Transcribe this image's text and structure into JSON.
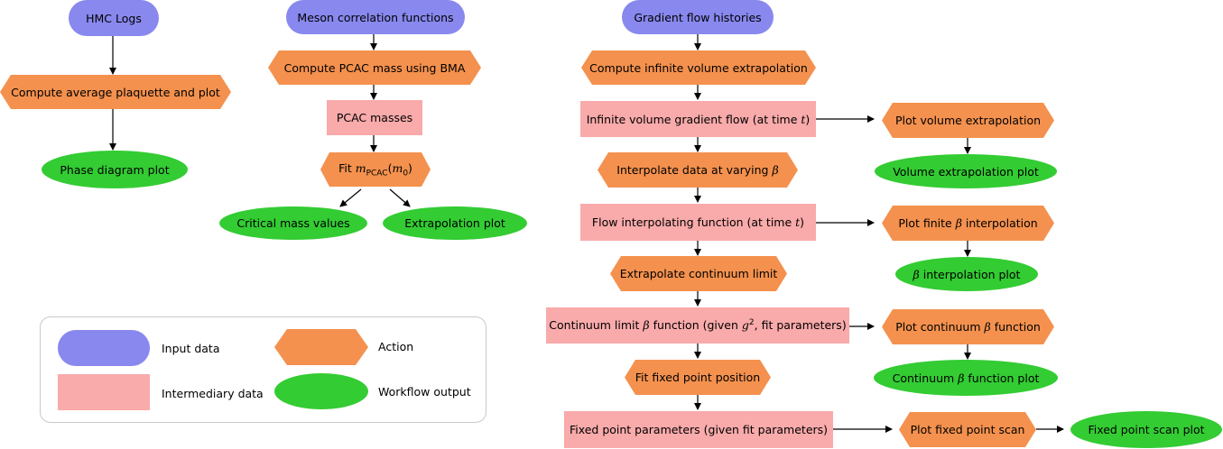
{
  "nodes": {
    "hmc_logs": "HMC Logs",
    "avg_plaquette": "Compute average plaquette and plot",
    "phase_diagram": "Phase diagram plot",
    "meson_corr": "Meson correlation functions",
    "compute_pcac": "Compute PCAC mass using BMA",
    "pcac_masses": "PCAC masses",
    "fit_prefix": "Fit ",
    "fit_m": "m",
    "fit_sub": "PCAC",
    "fit_paren_open": "(",
    "fit_m0": "m",
    "fit_m0_sub": "0",
    "fit_paren_close": ")",
    "critical_mass": "Critical mass values",
    "extrapolation_plot": "Extrapolation plot",
    "gradient_flow": "Gradient flow histories",
    "compute_infinite": "Compute infinite volume extrapolation",
    "inf_vol_prefix": "Infinite volume gradient flow (at time ",
    "inf_vol_t": "t",
    "inf_vol_suffix": ")",
    "plot_volume": "Plot volume extrapolation",
    "volume_plot": "Volume extrapolation plot",
    "interp_prefix": "Interpolate data at varying ",
    "beta": "β",
    "flow_interp_prefix": "Flow interpolating function (at time ",
    "flow_interp_t": "t",
    "flow_interp_suffix": ")",
    "plot_finite_prefix": "Plot finite ",
    "plot_finite_suffix": " interpolation",
    "beta_interp_suffix": " interpolation plot",
    "extrap_continuum": "Extrapolate continuum limit",
    "cont_beta_prefix": "Continuum limit ",
    "cont_beta_mid": " function (given ",
    "cont_beta_g": "g",
    "cont_beta_sup": "2",
    "cont_beta_suffix": ", fit parameters)",
    "plot_cont_prefix": "Plot continuum ",
    "plot_cont_suffix": " function",
    "cont_plot_prefix": "Continuum ",
    "cont_plot_suffix": " function plot",
    "fit_fixed": "Fit fixed point position",
    "fixed_params": "Fixed point parameters (given fit parameters)",
    "plot_fixed_scan": "Plot fixed point scan",
    "fixed_scan_plot": "Fixed point scan plot"
  },
  "legend": {
    "input": "Input data",
    "intermediary": "Intermediary data",
    "action": "Action",
    "output": "Workflow output"
  },
  "colors": {
    "input": "#8888ee",
    "intermediary": "#f9aaaa",
    "action": "#f4914e",
    "output": "#33cc33"
  }
}
